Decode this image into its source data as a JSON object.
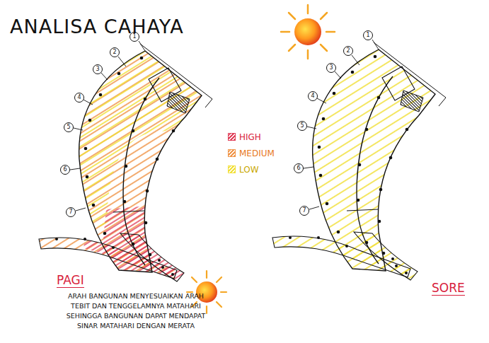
{
  "diagram": {
    "title": "ANALISA CAHAYA",
    "labels": [
      "PAGI",
      "ARAH BANGUNAN MENYESUAIKAN ARAH TEBIT DAN TENGGELAMNYA MATAHARI SEHINGGA BANGUNAN DAPAT MENDAPAT SINAR MATAHARI DENGAN MERATA",
      "SORE",
      "1",
      "2",
      "3",
      "4",
      "5",
      "6",
      "7",
      "1",
      "2",
      "3",
      "4",
      "5",
      "6",
      "7"
    ],
    "legend": [
      {
        "text": "HIGH",
        "color": "#e0405a"
      },
      {
        "text": "MEDIUM",
        "color": "#f0964a"
      },
      {
        "text": "LOW",
        "color": "#f2e03a"
      }
    ]
  }
}
